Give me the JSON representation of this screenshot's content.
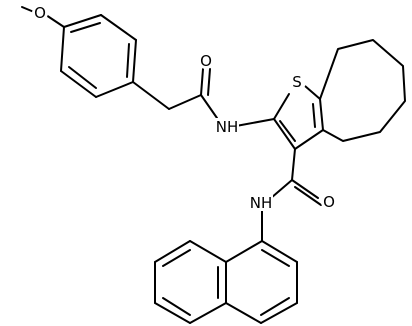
{
  "molecule": {
    "atom_labels": {
      "methoxy_oxygen": "O",
      "ketone_oxygen": "O",
      "amide_nh": "NH",
      "sulfur": "S",
      "carboxamide_oxygen": "O",
      "naphthyl_nh": "NH"
    }
  }
}
